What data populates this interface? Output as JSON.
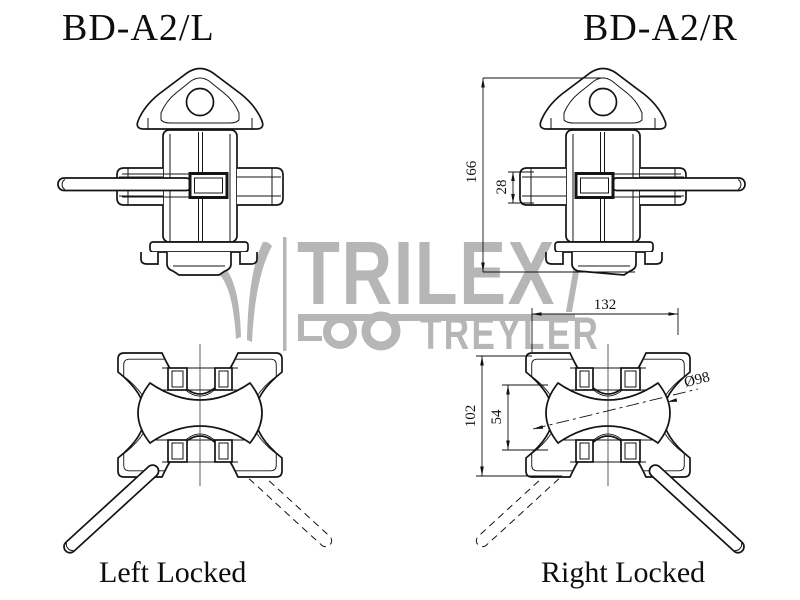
{
  "page": {
    "background": "#ffffff",
    "line_color": "#141414",
    "watermark_color": "#b6b6b6"
  },
  "left_view": {
    "title": "BD-A2/L",
    "caption": "Left Locked"
  },
  "right_view": {
    "title": "BD-A2/R",
    "caption": "Right Locked",
    "dimensions": {
      "total_height": "166",
      "handle_slot_height": "28",
      "plate_width": "132",
      "plate_depth": "102",
      "cone_width": "54",
      "cone_diameter": "Ø98"
    }
  },
  "watermark": {
    "brand": "TRILEX",
    "subbrand": "TREYLER"
  }
}
